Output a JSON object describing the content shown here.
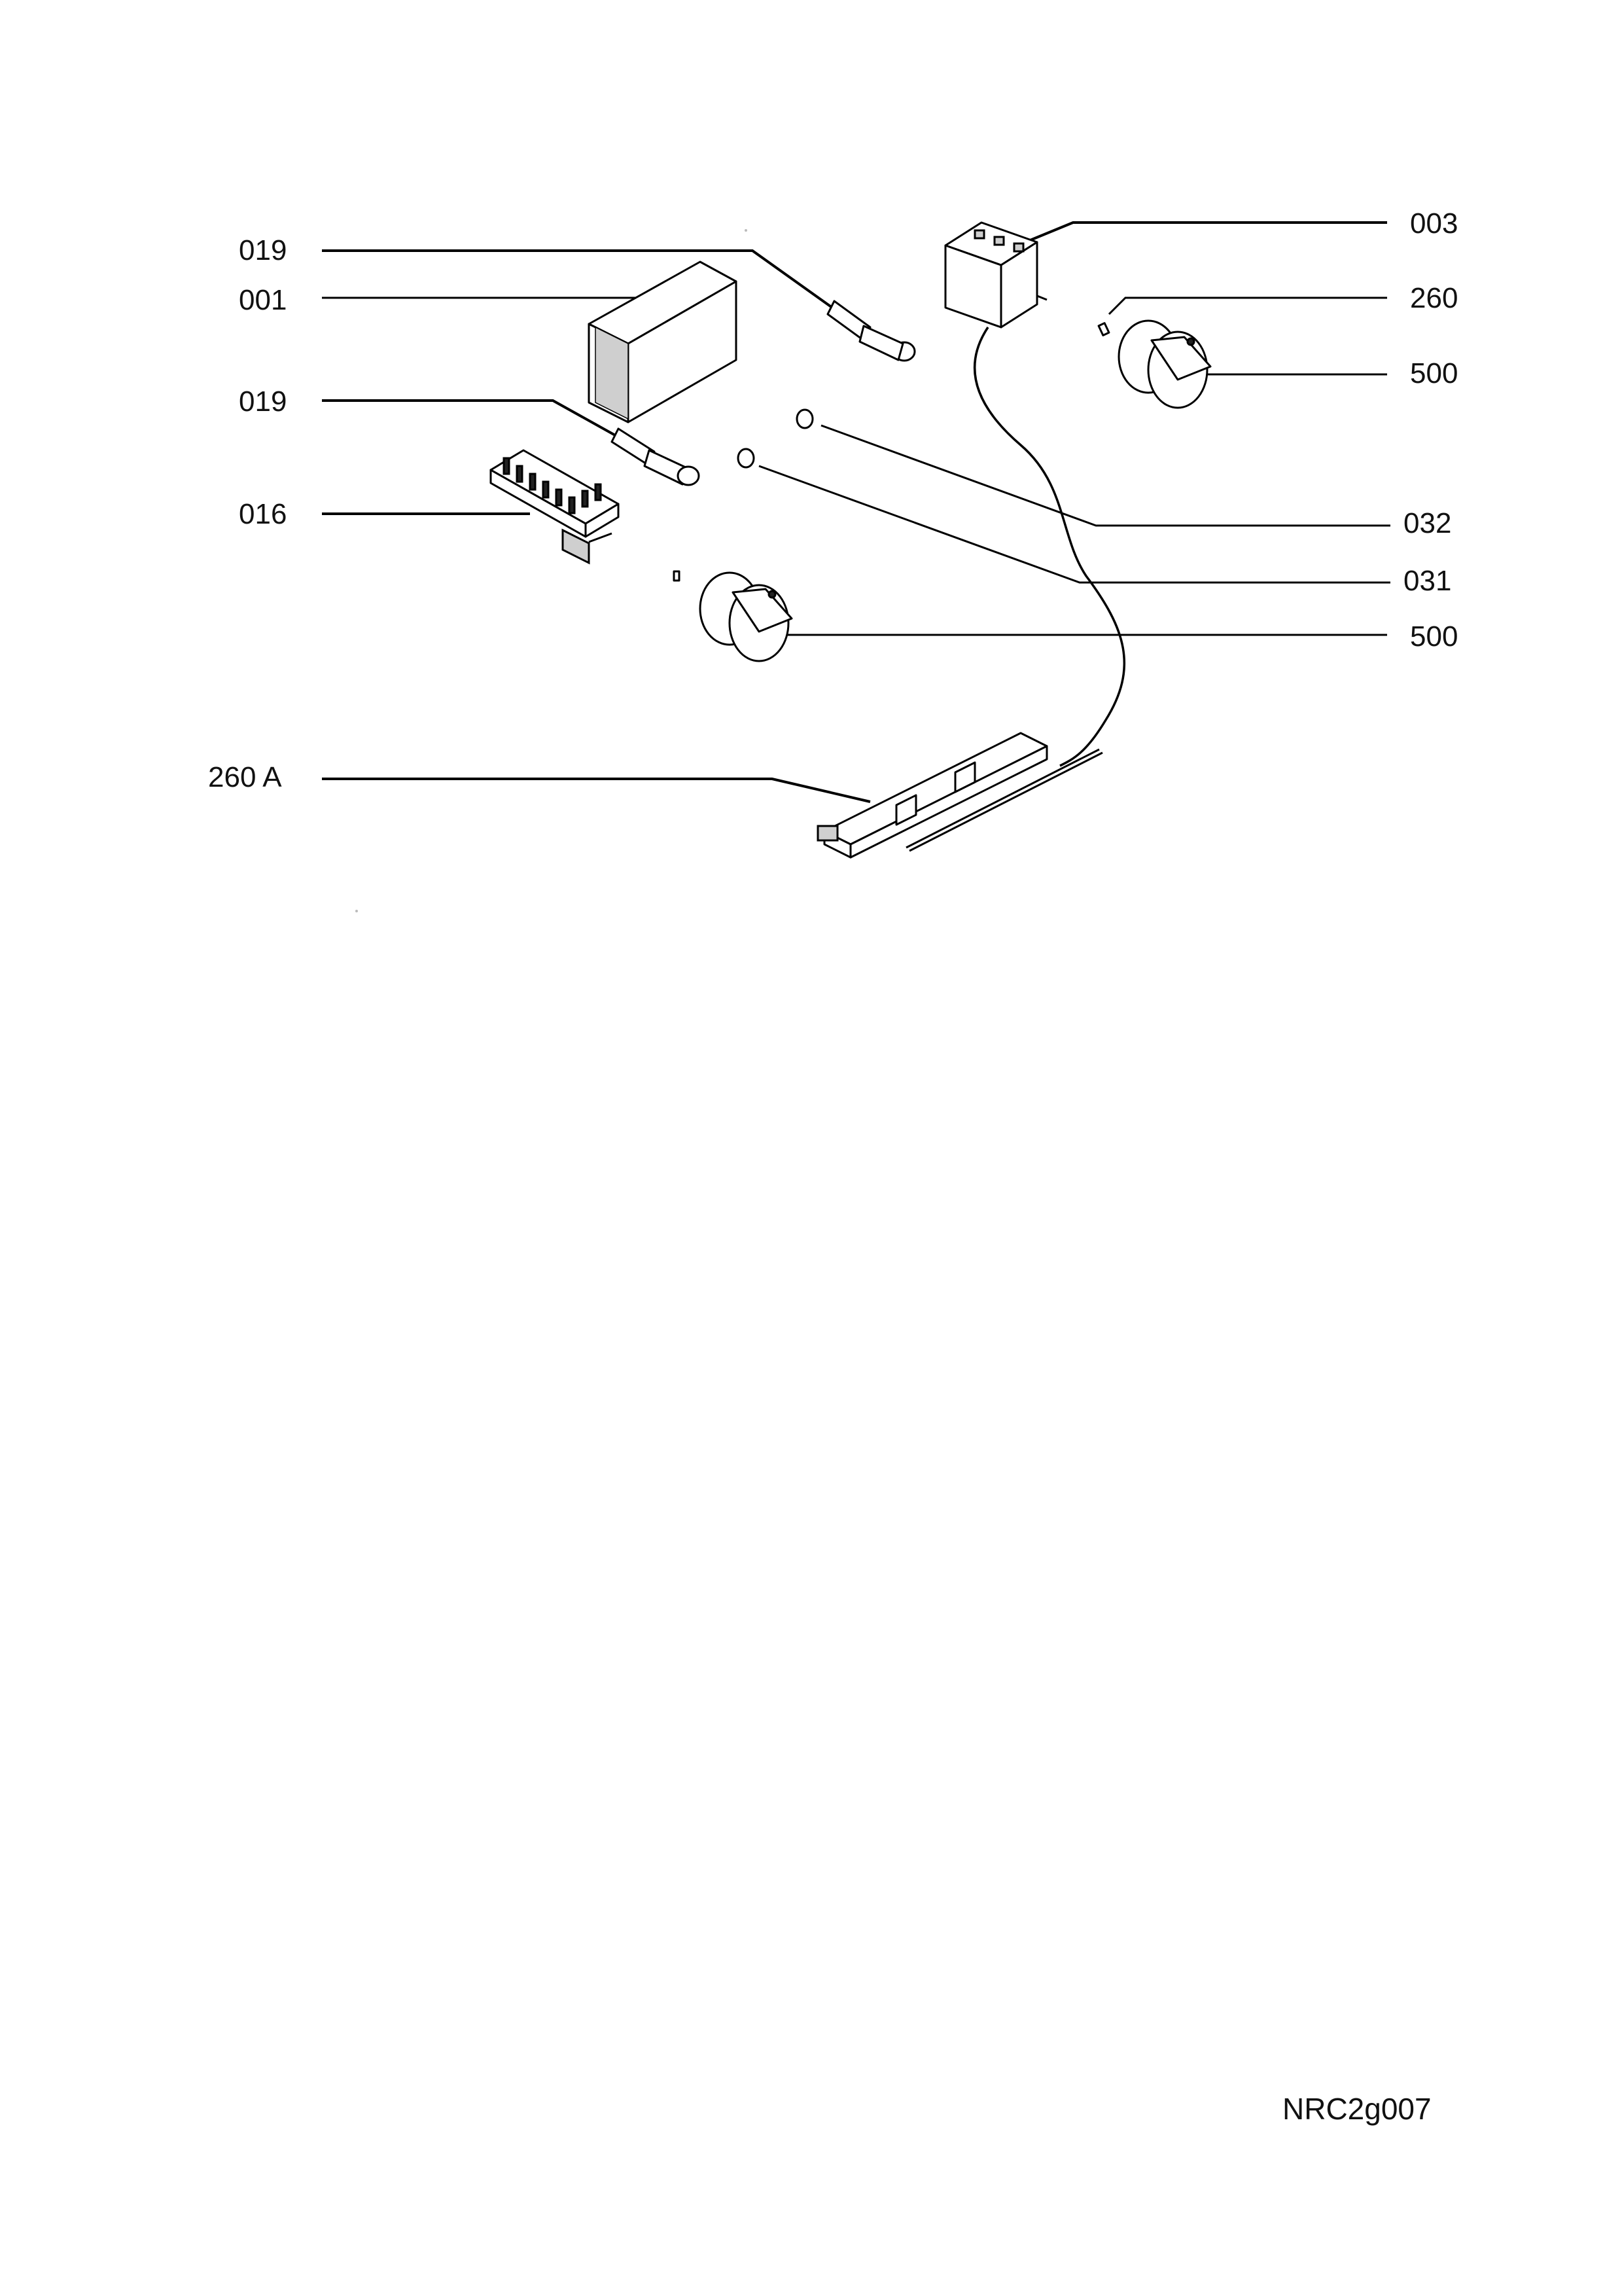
{
  "callouts": {
    "c019_top": "019",
    "c001": "001",
    "c019_mid": "019",
    "c016": "016",
    "c260a": "260 A",
    "c003": "003",
    "c260": "260",
    "c500_top": "500",
    "c032": "032",
    "c031": "031",
    "c500_bottom": "500"
  },
  "document_code": "NRC2g007"
}
